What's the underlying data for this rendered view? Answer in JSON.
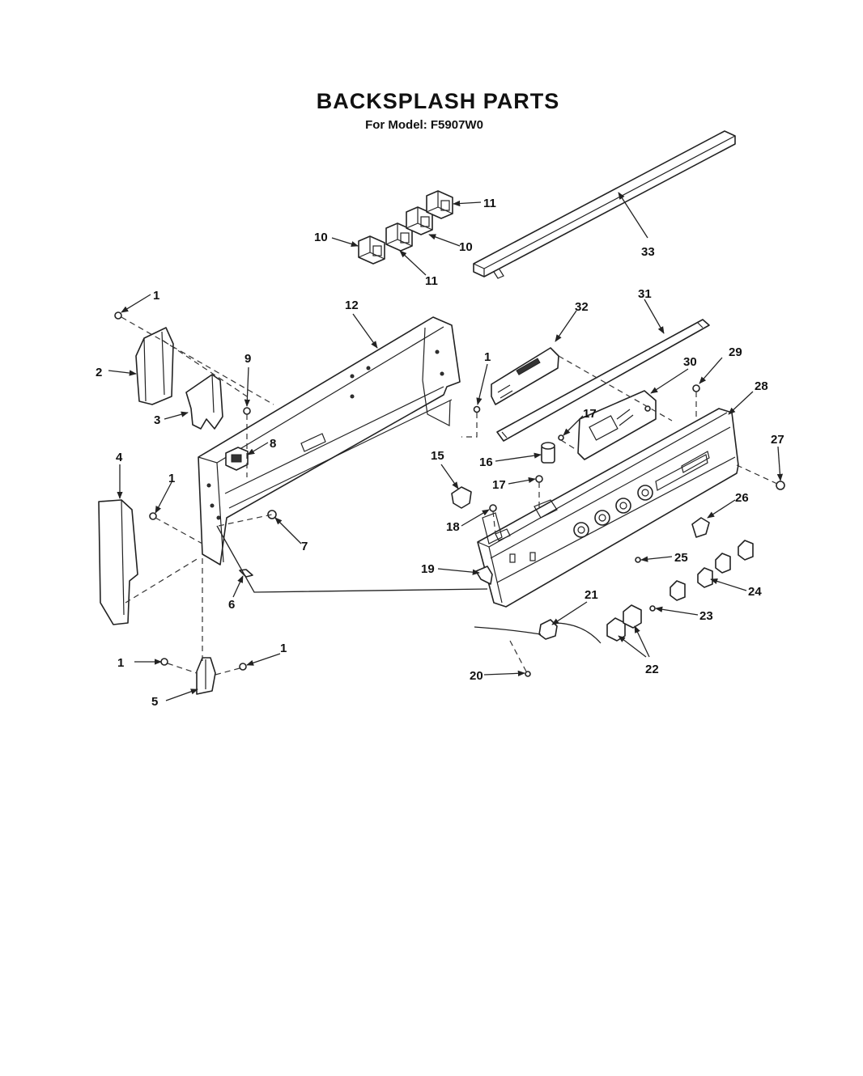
{
  "header": {
    "title": "BACKSPLASH PARTS",
    "subtitle": "For Model: F5907W0"
  },
  "callouts": [
    "1",
    "2",
    "3",
    "4",
    "5",
    "6",
    "7",
    "8",
    "9",
    "10",
    "11",
    "12",
    "15",
    "16",
    "17",
    "18",
    "19",
    "20",
    "21",
    "22",
    "23",
    "24",
    "25",
    "26",
    "27",
    "28",
    "29",
    "30",
    "31",
    "32",
    "33"
  ]
}
